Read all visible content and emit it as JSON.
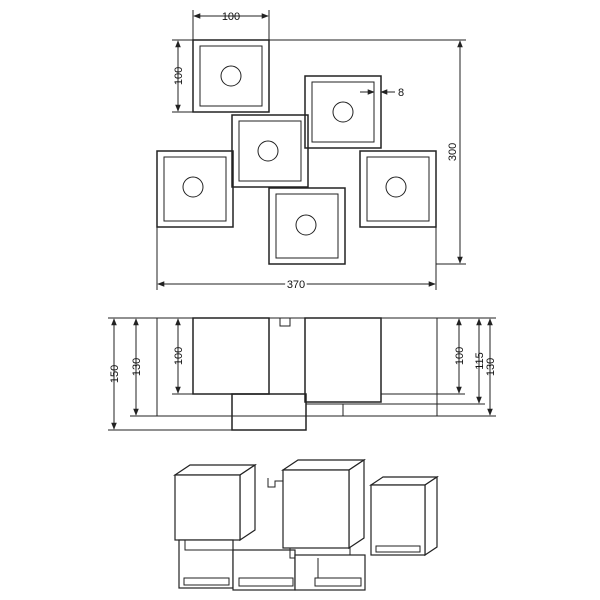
{
  "top_view": {
    "width_label": "100",
    "height_label": "100",
    "hole_label": "8",
    "overall_height_label": "300",
    "overall_width_label": "370"
  },
  "side_view": {
    "left_outer_label": "150",
    "left_mid_label": "130",
    "left_inner_label": "100",
    "right_inner_label": "100",
    "right_mid_label": "115",
    "right_outer_label": "130"
  }
}
